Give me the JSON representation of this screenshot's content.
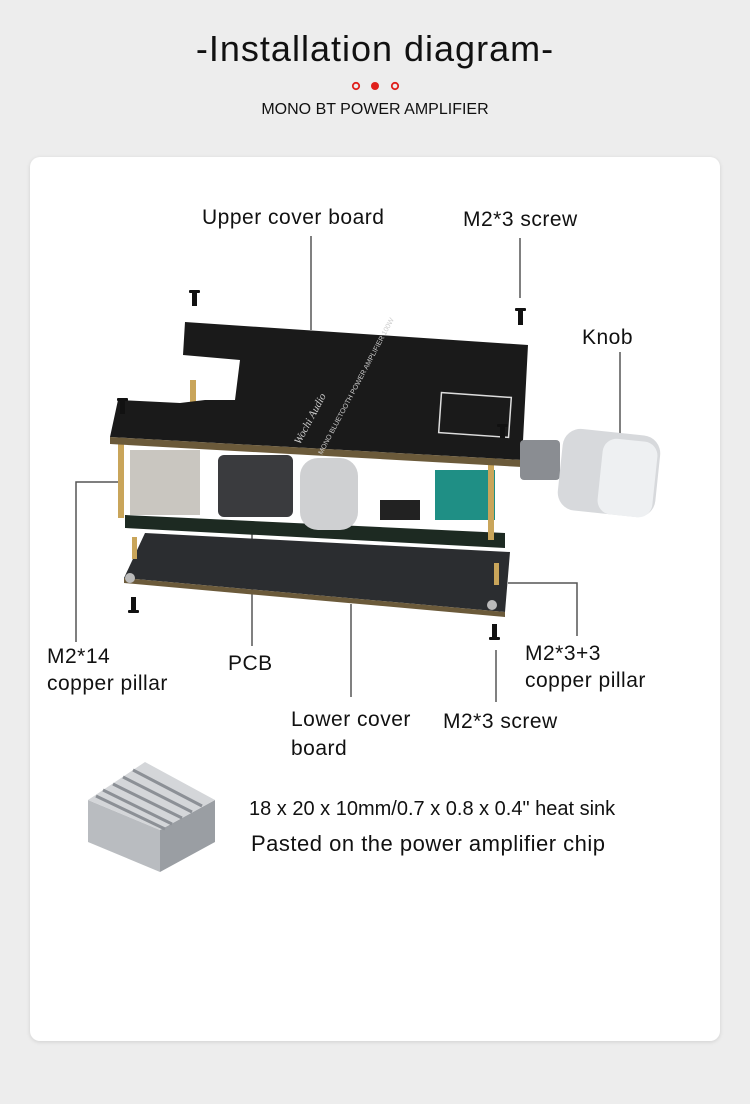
{
  "header": {
    "title": "-Installation diagram-",
    "subtitle": "MONO BT POWER AMPLIFIER",
    "accent_color": "#e0201c"
  },
  "labels": {
    "upper_cover": "Upper cover board",
    "screw_top": "M2*3 screw",
    "knob": "Knob",
    "pillar14_line1": "M2*14",
    "pillar14_line2": "copper pillar",
    "pcb": "PCB",
    "lower_cover_line1": "Lower cover",
    "lower_cover_line2": "board",
    "screw_bottom": "M2*3 screw",
    "pillar33_line1": "M2*3+3",
    "pillar33_line2": "copper pillar"
  },
  "heat_sink": {
    "dimensions": "18 x 20 x 10mm/0.7 x 0.8 x 0.4\" heat sink",
    "note": "Pasted on the power amplifier chip"
  }
}
